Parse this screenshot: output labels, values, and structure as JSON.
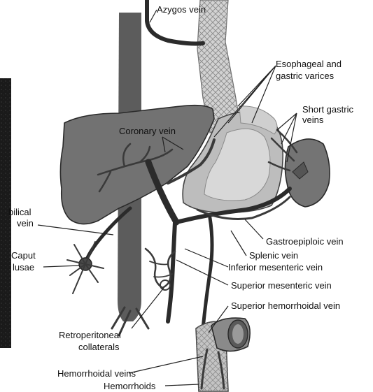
{
  "labels": {
    "azygos": "Azygos vein",
    "esophageal_line1": "Esophageal and",
    "esophageal_line2": "gastric varices",
    "short_gastric_line1": "Short gastric",
    "short_gastric_line2": "veins",
    "coronary": "Coronary vein",
    "umbilical_line1": "bilical",
    "umbilical_line2": "vein",
    "caput_line1": "Caput",
    "caput_line2": "lusae",
    "gastroepiploic": "Gastroepiploic vein",
    "splenic": "Splenic vein",
    "inferior_mesenteric": "Inferior mesenteric vein",
    "superior_mesenteric": "Superior mesenteric vein",
    "superior_hemorrhoidal": "Superior hemorrhoidal vein",
    "retroperitoneal_line1": "Retroperitoneal",
    "retroperitoneal_line2": "collaterals",
    "hemorrhoidal_veins": "Hemorrhoidal veins",
    "hemorrhoids": "Hemorrhoids"
  },
  "colors": {
    "liver": "#707070",
    "vein": "#3a3a3a",
    "stomach": "#bdbdbd",
    "stomach_inner": "#d8d8d8",
    "spleen": "#747474",
    "left_photo": "#151515",
    "esophagus_mesh": "#a0a0a0"
  }
}
